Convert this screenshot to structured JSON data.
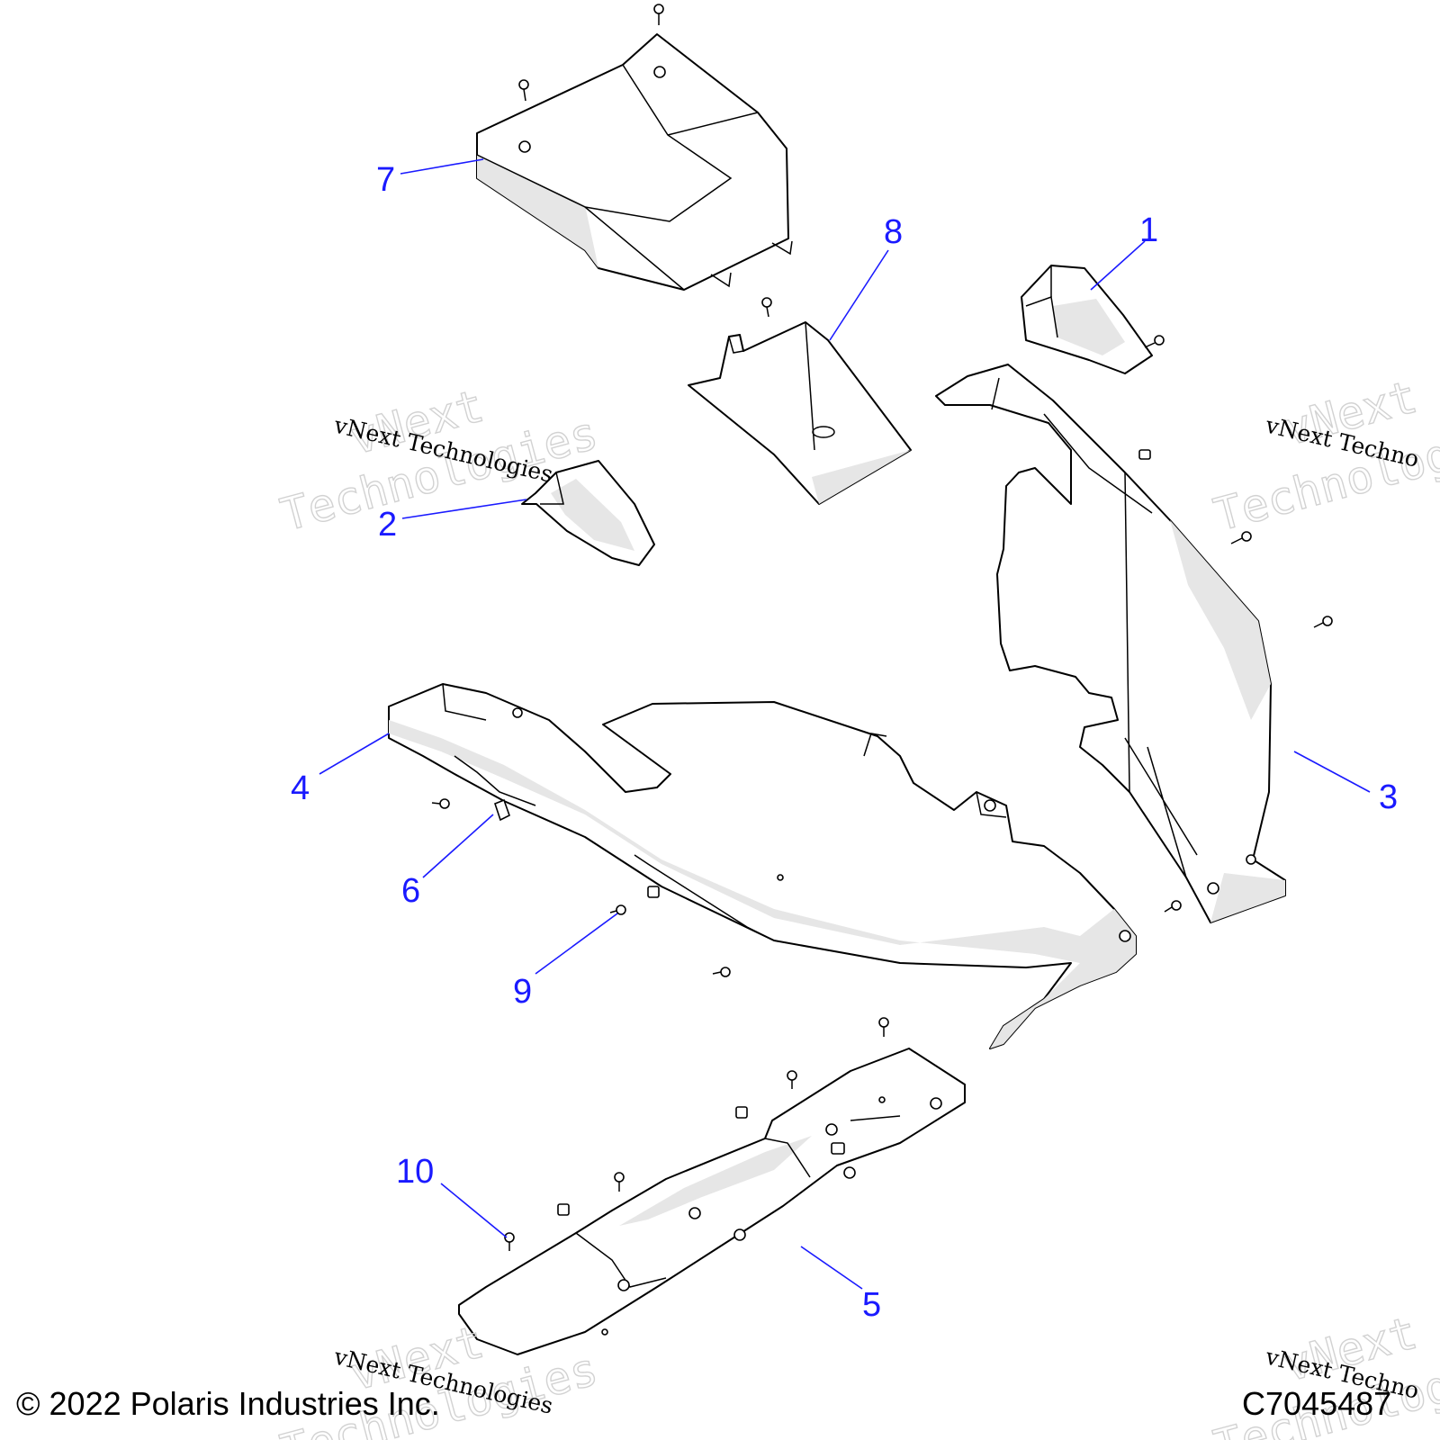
{
  "callouts": [
    {
      "id": "1",
      "label": "1"
    },
    {
      "id": "2",
      "label": "2"
    },
    {
      "id": "3",
      "label": "3"
    },
    {
      "id": "4",
      "label": "4"
    },
    {
      "id": "5",
      "label": "5"
    },
    {
      "id": "6",
      "label": "6"
    },
    {
      "id": "7",
      "label": "7"
    },
    {
      "id": "8",
      "label": "8"
    },
    {
      "id": "9",
      "label": "9"
    },
    {
      "id": "10",
      "label": "10"
    }
  ],
  "watermark": {
    "line1": "vNext",
    "line2": "Technologies",
    "caption": "vNext Technologies",
    "caption_cut": "vNext Techno"
  },
  "footer": {
    "copyright": "© 2022 Polaris Industries Inc.",
    "drawing_id": "C7045487"
  },
  "colors": {
    "callout": "#1a1aff",
    "line": "#000000",
    "shade": "#e6e6e6"
  }
}
